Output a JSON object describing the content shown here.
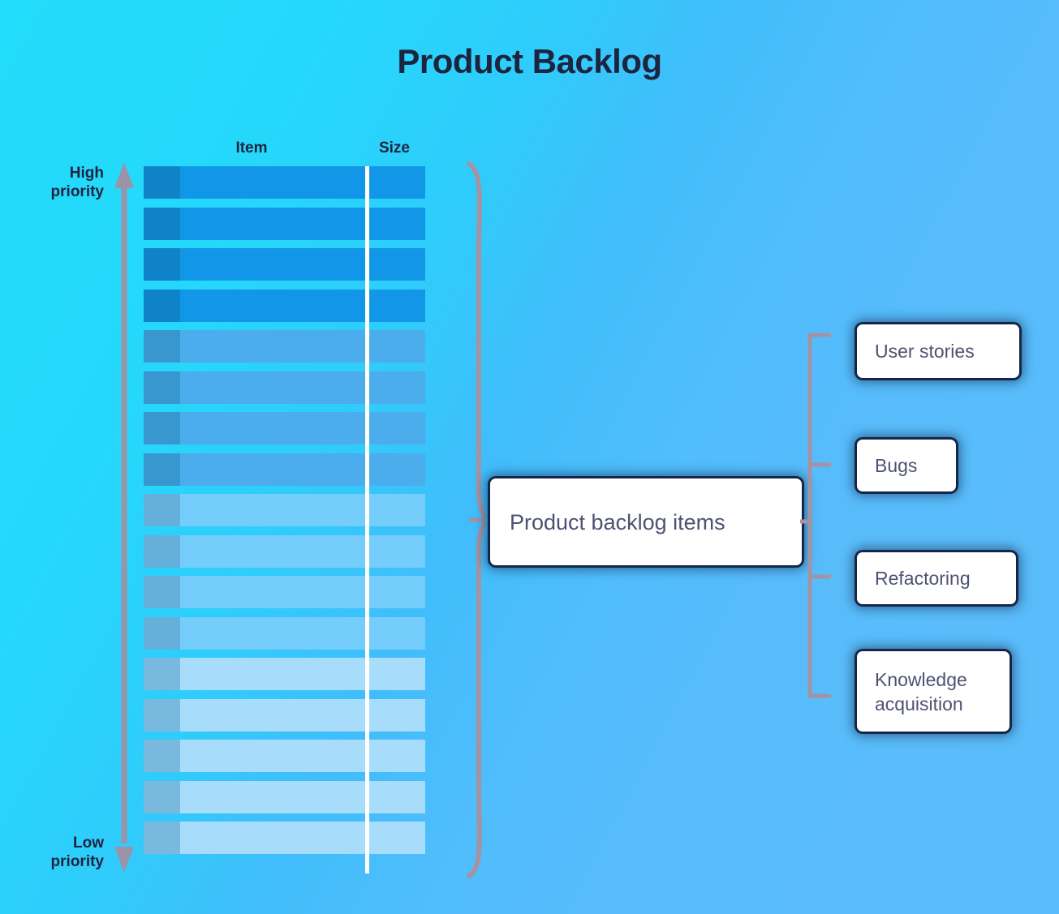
{
  "title": "Product Backlog",
  "colors": {
    "bg_start": "#21dcfa",
    "bg_end": "#5cbcfb",
    "title_text": "#1d2440",
    "node_text": "#4e5272",
    "node_bg": "#ffffff",
    "node_shadow": "#10203f",
    "connector": "#a493a0",
    "arrow": "#9b93a8",
    "divider": "#ffffff",
    "tier_1_left": "#0f83c8",
    "tier_1_right": "#1296e8",
    "tier_2_left": "#3897ce",
    "tier_2_right": "#4cadec",
    "tier_3_left": "#65b0db",
    "tier_3_right": "#74cdfb",
    "tier_4_left": "#79b9e0",
    "tier_4_right": "#a8dcfb"
  },
  "table": {
    "headers": [
      "Item",
      "Size"
    ],
    "priority_top": "High\npriority",
    "priority_bottom": "Low\npriority",
    "row_count": 17,
    "rows": [
      {
        "tier": 1
      },
      {
        "tier": 1
      },
      {
        "tier": 1
      },
      {
        "tier": 1
      },
      {
        "tier": 2
      },
      {
        "tier": 2
      },
      {
        "tier": 2
      },
      {
        "tier": 2
      },
      {
        "tier": 3
      },
      {
        "tier": 3
      },
      {
        "tier": 3
      },
      {
        "tier": 3
      },
      {
        "tier": 4
      },
      {
        "tier": 4
      },
      {
        "tier": 4
      },
      {
        "tier": 4
      },
      {
        "tier": 4
      }
    ]
  },
  "callout": {
    "main_label": "Product backlog items"
  },
  "categories": [
    {
      "label": "User stories"
    },
    {
      "label": "Bugs"
    },
    {
      "label": "Refactoring"
    },
    {
      "label": "Knowledge\nacquisition"
    }
  ]
}
